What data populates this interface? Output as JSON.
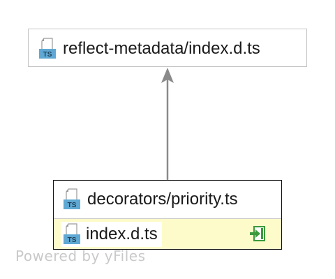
{
  "target_node": {
    "icon": "typescript-file-icon",
    "icon_badge": "TS",
    "label": "reflect-metadata/index.d.ts"
  },
  "source_node": {
    "icon": "typescript-file-icon",
    "icon_badge": "TS",
    "label": "decorators/priority.ts",
    "members": [
      {
        "icon": "typescript-file-icon",
        "icon_badge": "TS",
        "label": "index.d.ts",
        "action_icon": "navigate-into-icon"
      }
    ]
  },
  "edge": {
    "type": "dependency-arrow",
    "color": "#8a8a8a"
  },
  "colors": {
    "row_highlight": "#fdfbca",
    "ts_badge": "#5fa8d3",
    "nav_icon_green": "#3c9a3c"
  },
  "watermark": "Powered by yFiles"
}
